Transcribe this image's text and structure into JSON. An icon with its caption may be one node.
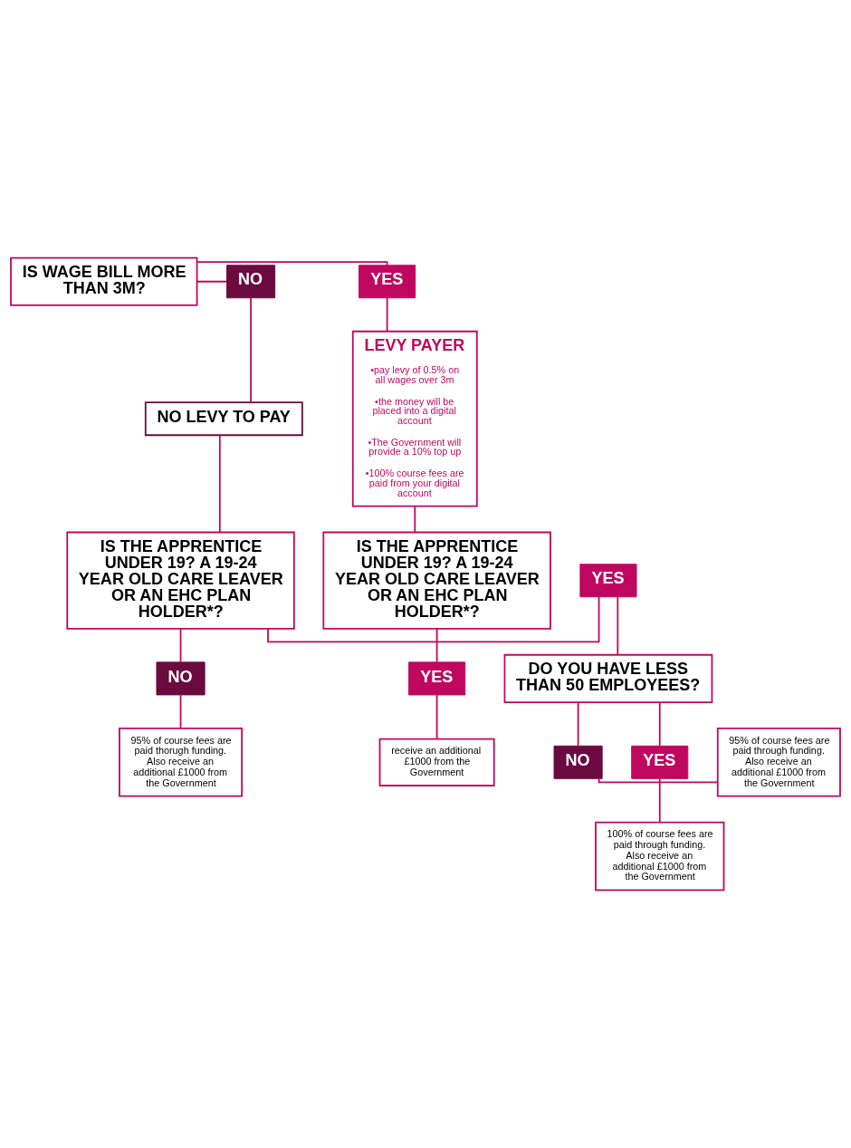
{
  "diagram": {
    "nodes": [
      {
        "text": [
          "IS WAGE BILL MORE THAN 3M?"
        ]
      },
      {
        "text": [
          "YES"
        ]
      },
      {
        "text": [
          "NO"
        ]
      },
      {
        "text": [
          "LEVY PAYER",
          "•pay levy of 0.5% on all wages over 3m",
          "•the money will be placed into a digital account",
          "•The Government will provide a 10% top up",
          "•100% course fees are paid from your digital account"
        ]
      },
      {
        "text": [
          "NO LEVY TO PAY"
        ]
      },
      {
        "text": [
          "YES"
        ]
      },
      {
        "text": [
          "IS THE APPRENTICE UNDER 19? A 19-24 YEAR OLD CARE LEAVER OR AN EHC PLAN HOLDER*?"
        ]
      },
      {
        "text": [
          "DO YOU HAVE LESS THAN 50 EMPLOYEES?"
        ]
      },
      {
        "text": [
          "IS THE APPRENTICE UNDER 19? A 19-24 YEAR OLD CARE LEAVER OR AN EHC PLAN HOLDER*?"
        ]
      },
      {
        "text": [
          "YES"
        ]
      },
      {
        "text": [
          "NO"
        ]
      },
      {
        "text": [
          "YES"
        ]
      },
      {
        "text": [
          "95% of course fees are paid thorugh funding. Also receive an additional £1000 from the Government"
        ]
      },
      {
        "text": [
          "receive an additional £1000 from the Government"
        ]
      },
      {
        "text": [
          "100% of course fees are paid through funding. Also receive an additional £1000 from the Government"
        ]
      },
      {
        "text": [
          "NO"
        ]
      },
      {
        "text": [
          "95% of course fees are paid through funding. Also receive an additional £1000 from the Government"
        ]
      }
    ],
    "edges": [
      {
        "from": 0,
        "to": 1,
        "arrow": "none"
      },
      {
        "from": 0,
        "to": 2,
        "arrow": "none"
      },
      {
        "from": 1,
        "to": 3,
        "arrow": "none"
      },
      {
        "from": 2,
        "to": 4,
        "arrow": "none"
      },
      {
        "from": 4,
        "to": 6,
        "arrow": "none"
      },
      {
        "from": 6,
        "to": 5,
        "arrow": "none"
      },
      {
        "from": 5,
        "to": 7,
        "arrow": "none"
      },
      {
        "from": 3,
        "to": 8,
        "arrow": "none"
      },
      {
        "from": 7,
        "to": 9,
        "arrow": "none"
      },
      {
        "from": 7,
        "to": 15,
        "arrow": "none"
      },
      {
        "from": 6,
        "to": 10,
        "arrow": "none"
      },
      {
        "from": 10,
        "to": 12,
        "arrow": "none"
      },
      {
        "from": 8,
        "to": 11,
        "arrow": "none"
      },
      {
        "from": 11,
        "to": 13,
        "arrow": "none"
      },
      {
        "from": 9,
        "to": 14,
        "arrow": "none"
      },
      {
        "from": 15,
        "to": 16,
        "arrow": "none"
      }
    ]
  }
}
